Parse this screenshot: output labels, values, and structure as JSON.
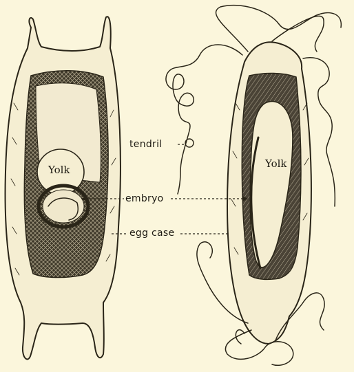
{
  "figure": {
    "labels": {
      "tendril": "tendril",
      "embryo": "embryo",
      "egg_case": "egg case",
      "yolk_left": "Yolk",
      "yolk_right": "Yolk"
    },
    "colors": {
      "background": "#fbf6dc",
      "ink": "#2a2518",
      "shading": "#3a342a",
      "case": "#f5eed2"
    }
  }
}
